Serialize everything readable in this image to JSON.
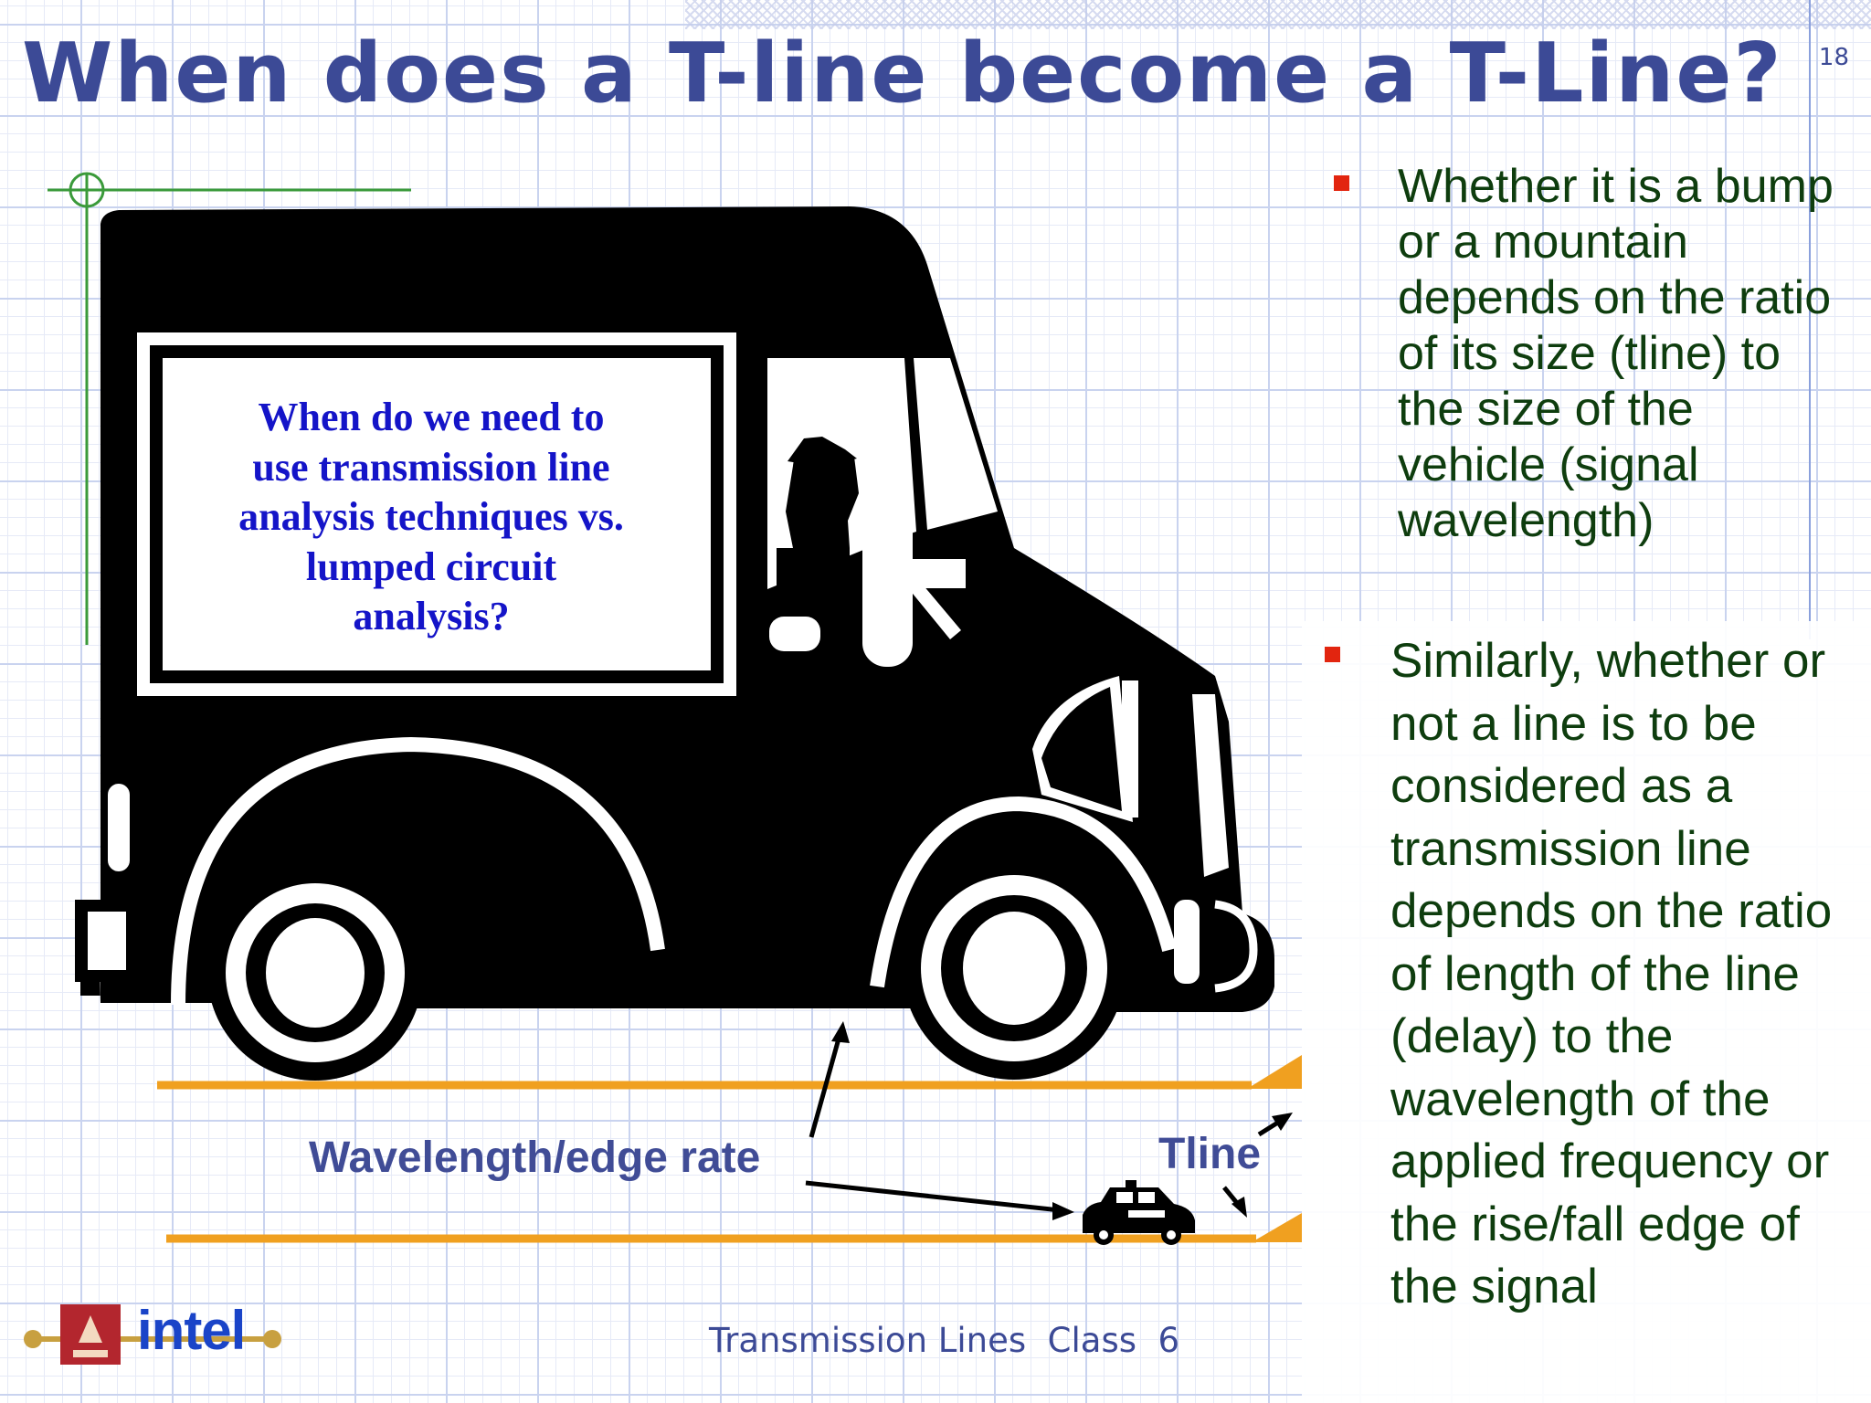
{
  "slide": {
    "title": "When does a T-line become a T-Line?",
    "number": "18",
    "footer": "Transmission Lines  Class  6",
    "logo_text": "intel"
  },
  "van_sign": {
    "lines": [
      "When do we need to",
      "use transmission line",
      "analysis techniques vs.",
      "lumped circuit",
      "analysis?"
    ]
  },
  "labels": {
    "wavelength": "Wavelength/edge rate",
    "tline": "Tline"
  },
  "bullets": [
    "Whether it is a bump or a mountain depends on the ratio of its size (tline) to the size of the vehicle (signal wavelength)",
    "Similarly, whether or not a line is to be considered as a transmission line depends on the ratio of length of the line (delay) to the wavelength of the applied frequency or the rise/fall edge of the signal"
  ],
  "colors": {
    "title": "#3c4a96",
    "bullet_text": "#0e3d0e",
    "bullet_marker": "#e2250f",
    "road": "#f0a020",
    "van_text": "#1414c8"
  }
}
